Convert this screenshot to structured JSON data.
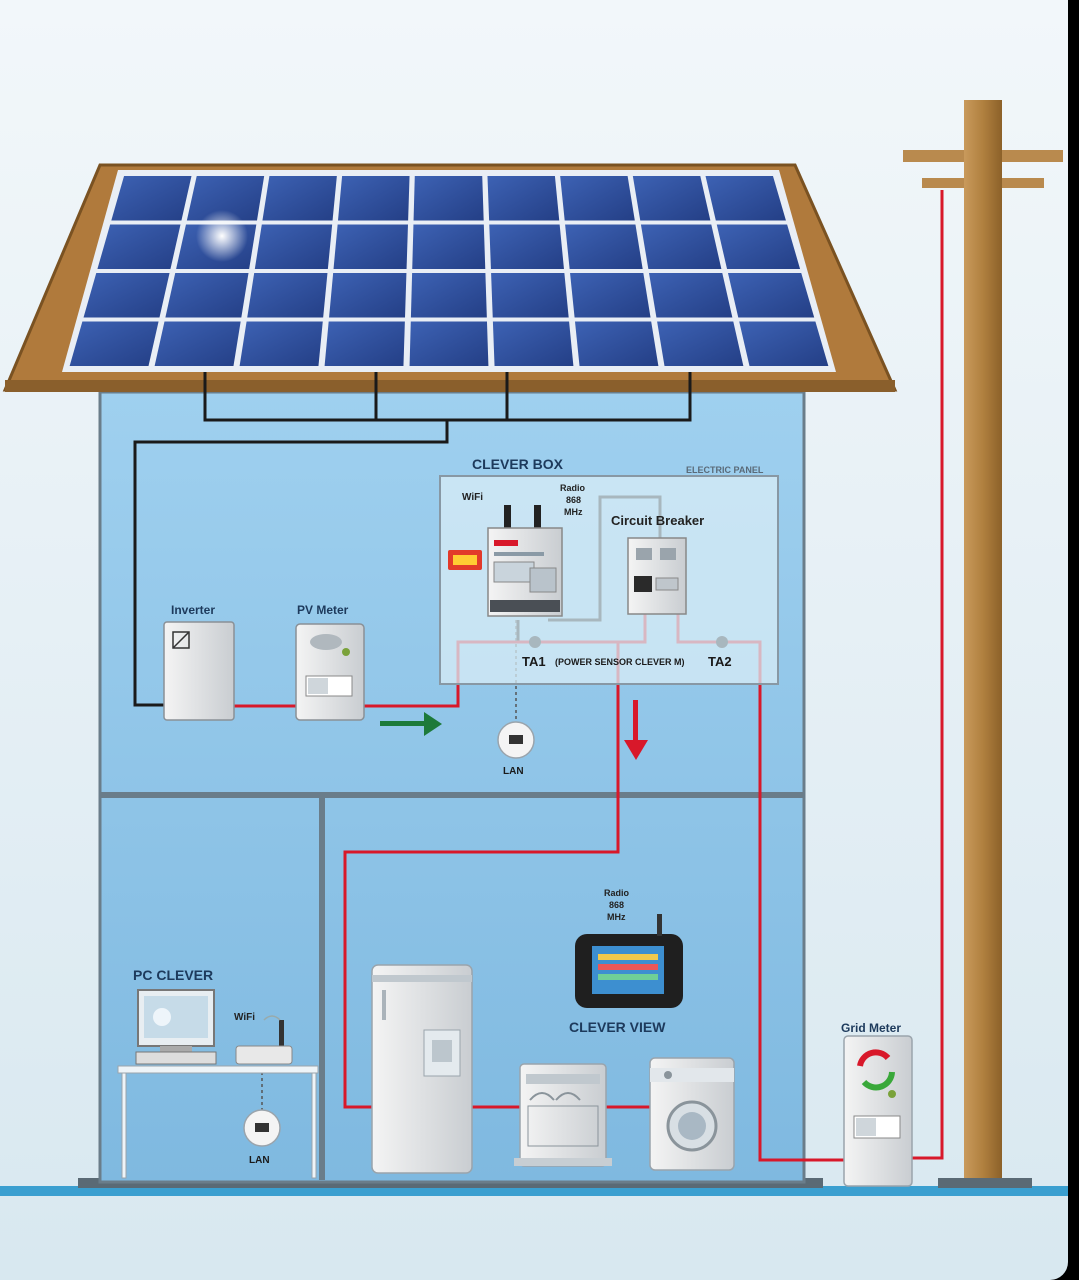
{
  "labels": {
    "clever_box": "CLEVER BOX",
    "electric_panel": "ELECTRIC PANEL",
    "wifi_box": "WiFi",
    "radio_box": [
      "Radio",
      "868",
      "MHz"
    ],
    "circuit_breaker": "Circuit Breaker",
    "inverter": "Inverter",
    "pv_meter": "PV Meter",
    "ta1": "TA1",
    "power_sensor": "(POWER SENSOR CLEVER M)",
    "ta2": "TA2",
    "lan_top": "LAN",
    "pc_clever": "PC CLEVER",
    "wifi_pc": "WiFi",
    "lan_bottom": "LAN",
    "radio_view": [
      "Radio",
      "868",
      "MHz"
    ],
    "clever_view": "CLEVER VIEW",
    "grid_meter": "Grid Meter"
  },
  "colors": {
    "sky": "#e8f1f6",
    "roof": "#b07a3c",
    "panel": "#2f4f9a",
    "wall": "#8fc6e8",
    "ac_line": "#d8182a",
    "dc_line": "#1a1a1a",
    "green_arrow": "#1d7a3a",
    "pole": "#b98a4e",
    "ground": "#3a9fd0"
  }
}
